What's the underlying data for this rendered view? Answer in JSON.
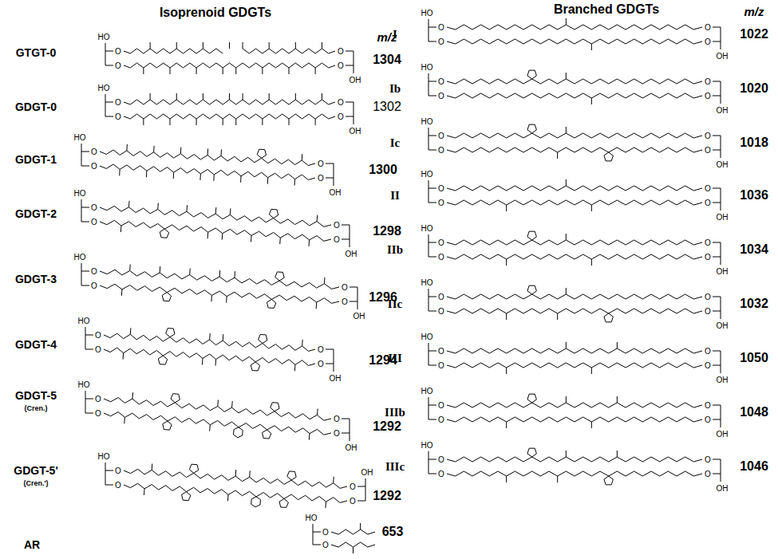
{
  "diagram": {
    "labels": [
      "Isoprenoid GDGTs",
      "m/z",
      "Branched GDGTs",
      "m/z",
      "GTGT-0",
      "1304",
      "HO",
      "O",
      "O",
      "O",
      "O",
      "OH",
      "GDGT-0",
      "1302",
      "HO",
      "O",
      "O",
      "O",
      "O",
      "OH",
      "GDGT-1",
      "1300",
      "HO",
      "O",
      "O",
      "O",
      "O",
      "OH",
      "GDGT-2",
      "1298",
      "HO",
      "O",
      "O",
      "O",
      "O",
      "OH",
      "GDGT-3",
      "1296",
      "HO",
      "O",
      "O",
      "O",
      "O",
      "OH",
      "GDGT-4",
      "1294",
      "HO",
      "O",
      "O",
      "O",
      "O",
      "OH",
      "GDGT-5",
      "(Cren.)",
      "1292",
      "HO",
      "O",
      "O",
      "O",
      "O",
      "OH",
      "GDGT-5'",
      "(Cren.')",
      "1292",
      "HO",
      "O",
      "O",
      "O",
      "O",
      "OH",
      "AR",
      "653",
      "HO",
      "O",
      "O",
      "I",
      "1022",
      "HO",
      "O",
      "O",
      "O",
      "O",
      "OH",
      "Ib",
      "1020",
      "HO",
      "O",
      "O",
      "O",
      "O",
      "OH",
      "Ic",
      "1018",
      "HO",
      "O",
      "O",
      "O",
      "O",
      "OH",
      "II",
      "1036",
      "HO",
      "O",
      "O",
      "O",
      "O",
      "OH",
      "IIb",
      "1034",
      "HO",
      "O",
      "O",
      "O",
      "O",
      "OH",
      "IIc",
      "1032",
      "HO",
      "O",
      "O",
      "O",
      "O",
      "OH",
      "III",
      "1050",
      "HO",
      "O",
      "O",
      "O",
      "O",
      "OH",
      "IIIb",
      "1048",
      "HO",
      "O",
      "O",
      "O",
      "O",
      "OH",
      "IIIc",
      "1046",
      "HO",
      "O",
      "O",
      "O",
      "O",
      "OH"
    ]
  }
}
